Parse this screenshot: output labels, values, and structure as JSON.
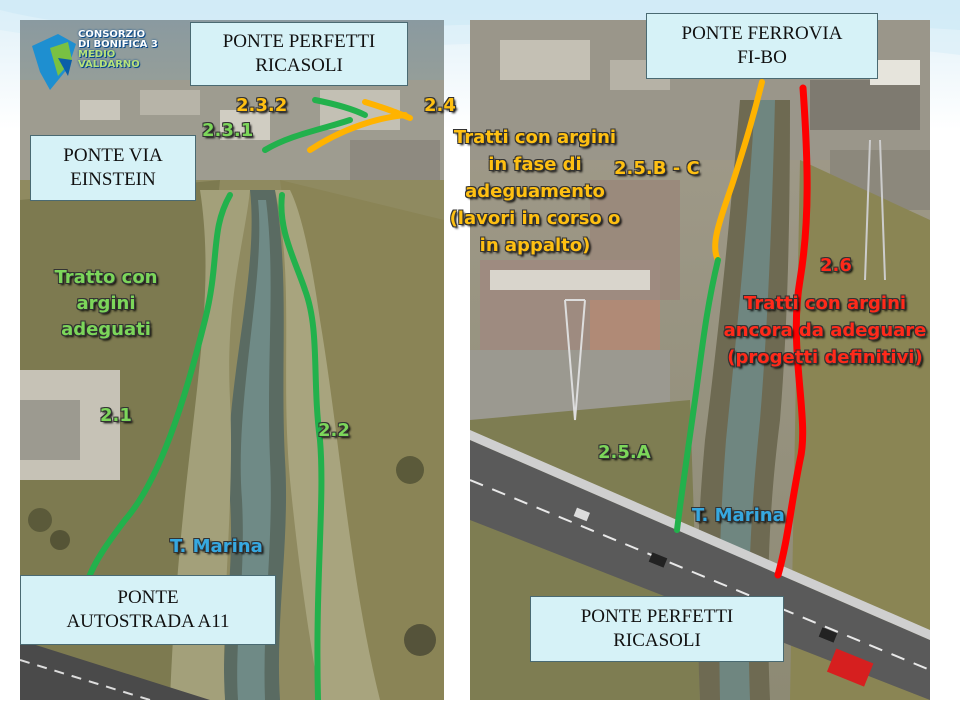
{
  "logo": {
    "line1": "CONSORZIO",
    "line2": "DI BONIFICA 3",
    "line3": "MEDIO",
    "line4": "VALDARNO"
  },
  "left": {
    "label_top": [
      "PONTE PERFETTI",
      "RICASOLI"
    ],
    "label_einstein": [
      "PONTE VIA",
      "EINSTEIN"
    ],
    "label_bottom": [
      "PONTE",
      "AUTOSTRADA A11"
    ],
    "code_232": "2.3.2",
    "code_231": "2.3.1",
    "code_21": "2.1",
    "code_22": "2.2",
    "adequate_text": [
      "Tratto con",
      "argini",
      "adeguati"
    ],
    "river_name": "T. Marina"
  },
  "right": {
    "label_top": [
      "PONTE FERROVIA",
      "FI-BO"
    ],
    "label_bottom": [
      "PONTE PERFETTI",
      "RICASOLI"
    ],
    "code_24": "2.4",
    "code_25bc": "2.5.B - C",
    "code_26": "2.6",
    "code_25a": "2.5.A",
    "works_text": [
      "Tratti con argini",
      "in fase di",
      "adeguamento",
      "(lavori in corso o",
      "in appalto)"
    ],
    "todo_text": [
      "Tratti con argini",
      "ancora da adeguare",
      "(progetti definitivi)"
    ],
    "river_name": "T. Marina"
  },
  "colors": {
    "green": "#22b14c",
    "yellow": "#ffb300",
    "red": "#ff0000",
    "label_bg": "#d6f2f7"
  }
}
